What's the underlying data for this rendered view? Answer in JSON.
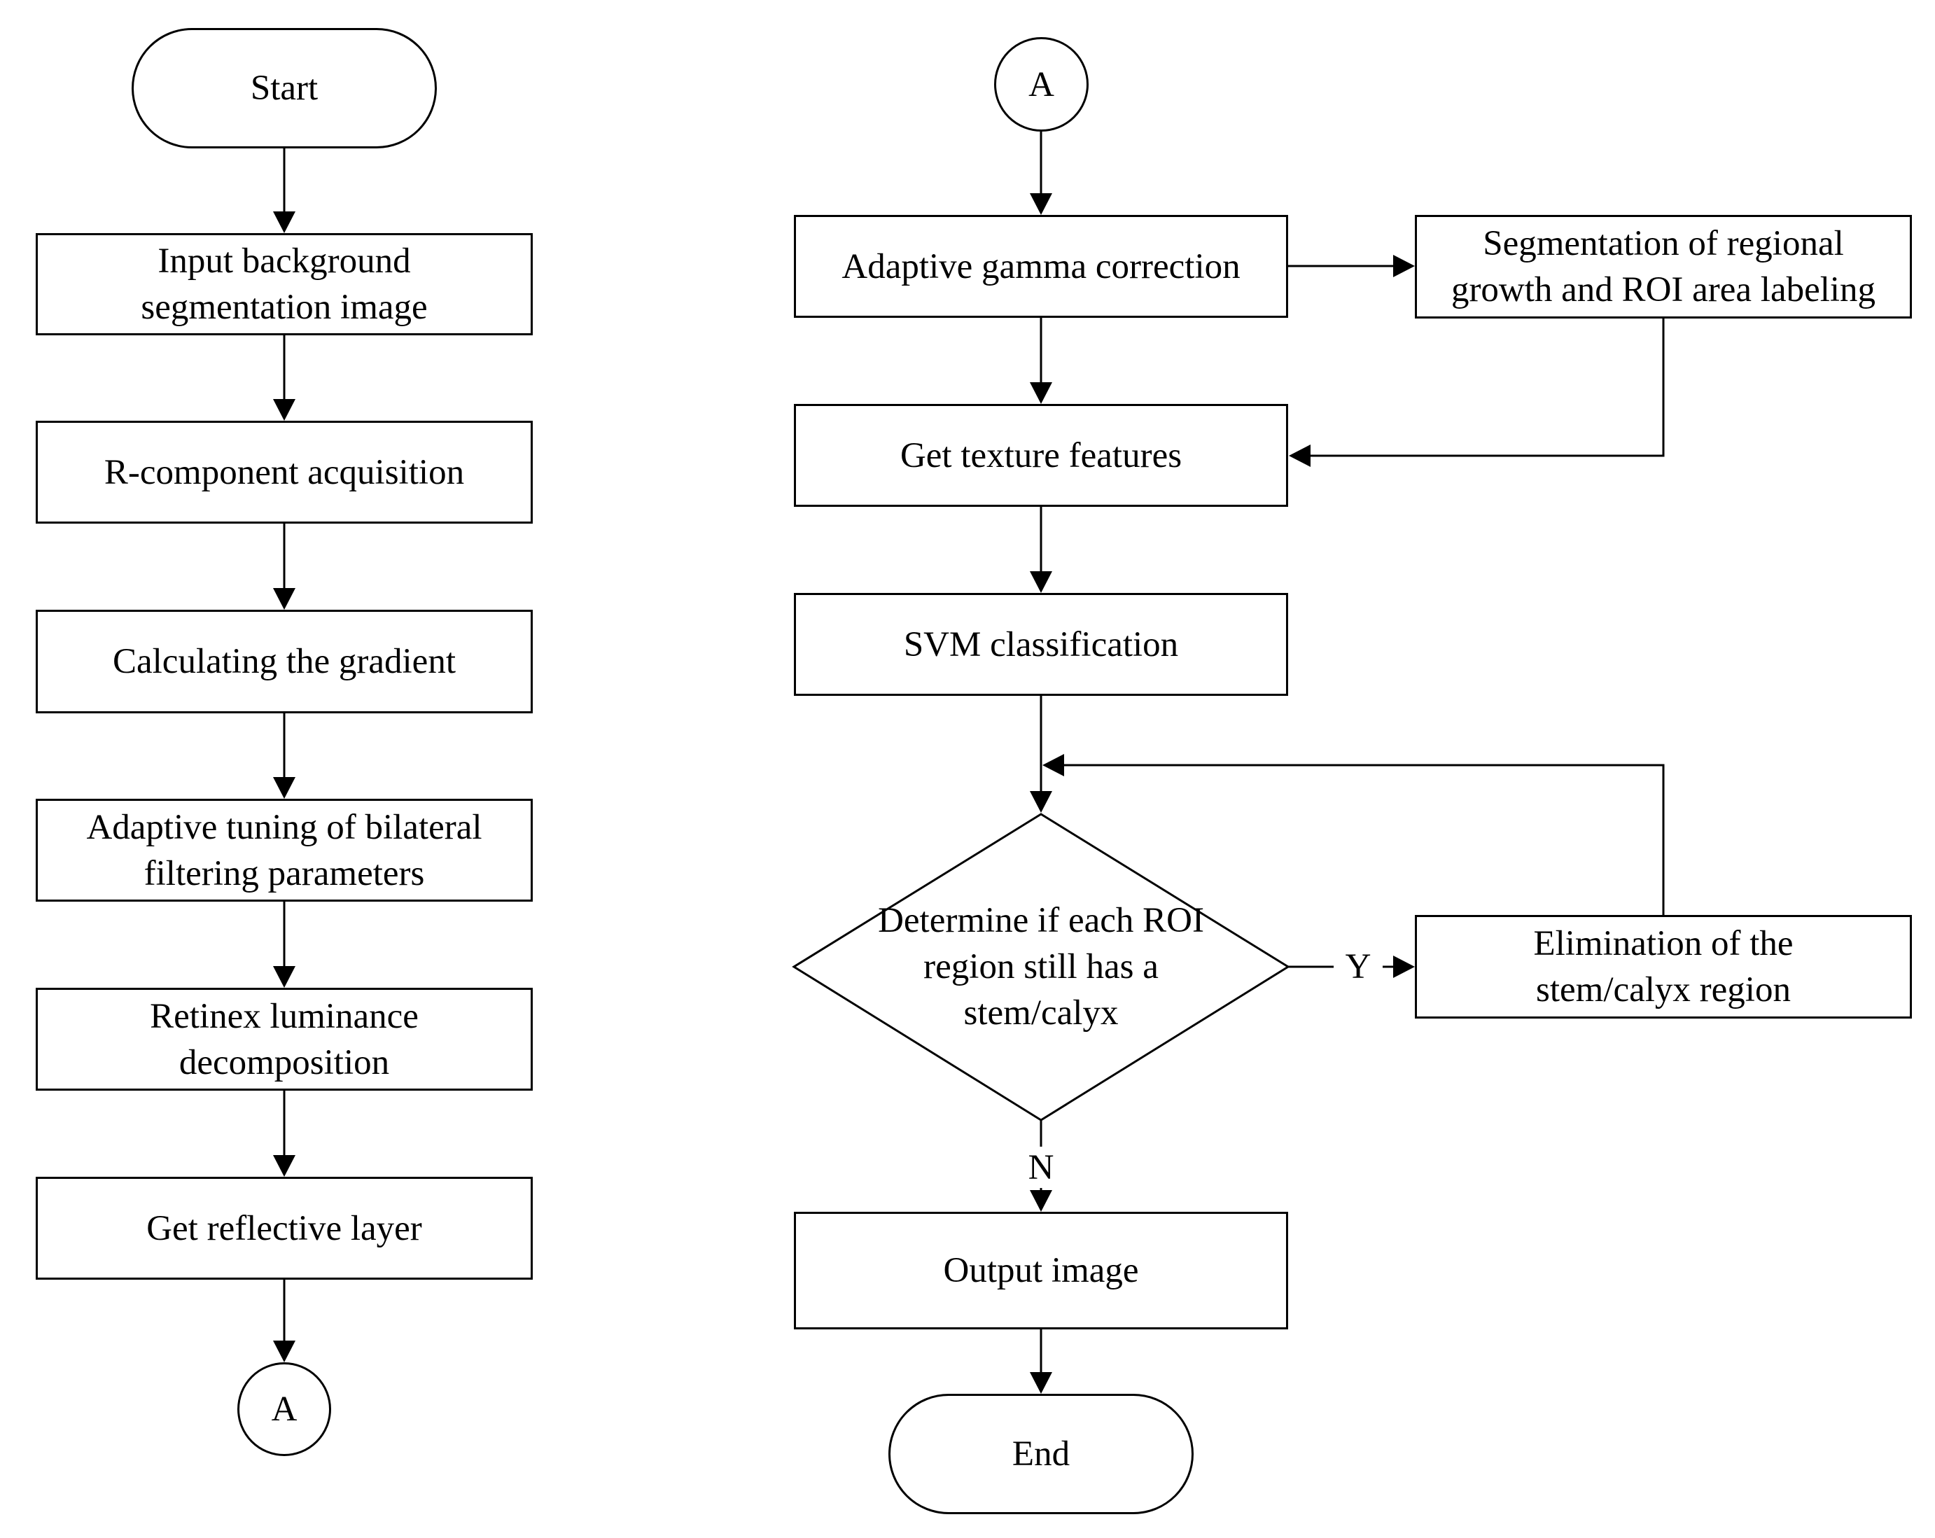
{
  "nodes": {
    "start": "Start",
    "input_image": "Input background segmentation image",
    "r_component": "R-component acquisition",
    "gradient": "Calculating the gradient",
    "bilateral": "Adaptive tuning of bilateral filtering parameters",
    "retinex": "Retinex luminance decomposition",
    "reflective": "Get reflective layer",
    "connector_bottom": "A",
    "connector_top": "A",
    "gamma": "Adaptive gamma correction",
    "segmentation": "Segmentation of regional growth and ROI area labeling",
    "texture": "Get texture features",
    "svm": "SVM classification",
    "decision": "Determine if each ROI region still has a stem/calyx",
    "elimination": "Elimination of the stem/calyx region",
    "output": "Output image",
    "end": "End"
  },
  "edge_labels": {
    "yes": "Y",
    "no": "N"
  },
  "colors": {
    "stroke": "#000000",
    "background": "#ffffff"
  }
}
